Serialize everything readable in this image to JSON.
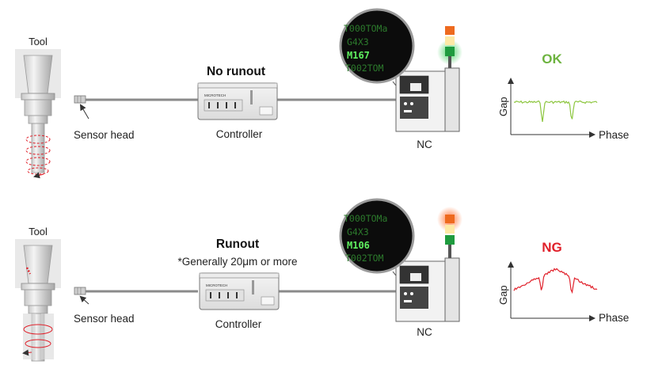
{
  "rows": [
    {
      "tool_label": "Tool",
      "sensor_label": "Sensor head",
      "title": "No runout",
      "subtitle": "",
      "controller_label": "Controller",
      "controller_brand": "MICROTECH",
      "nc_label": "NC",
      "screen_lines": [
        "T000TOMa",
        "G4X3",
        "M167",
        "T002TOM"
      ],
      "screen_highlight_index": 2,
      "active_lamp": "green",
      "result": "OK",
      "result_color": "#6db33f",
      "plot_color": "#8dc63f",
      "y_axis_label": "Gap",
      "x_axis_label": "Phase"
    },
    {
      "tool_label": "Tool",
      "sensor_label": "Sensor head",
      "title": "Runout",
      "subtitle": "*Generally 20μm or more",
      "controller_label": "Controller",
      "controller_brand": "MICROTECH",
      "nc_label": "NC",
      "screen_lines": [
        "T000TOMa",
        "G4X3",
        "M106",
        "T002TOM"
      ],
      "screen_highlight_index": 2,
      "active_lamp": "red",
      "result": "NG",
      "result_color": "#e0202a",
      "plot_color": "#e0202a",
      "y_axis_label": "Gap",
      "x_axis_label": "Phase"
    }
  ],
  "lamp_colors": {
    "red": "#ee6a1f",
    "yellow": "#fde9a6",
    "green": "#1e9b3e"
  }
}
